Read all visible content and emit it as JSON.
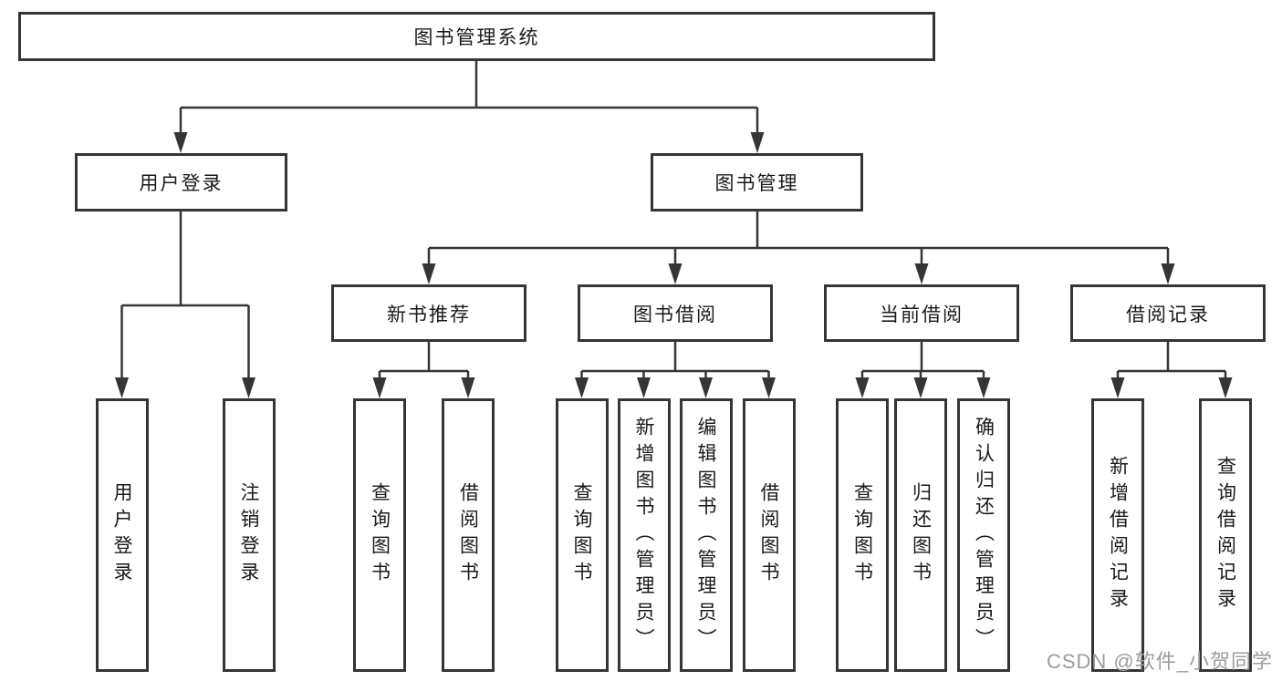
{
  "diagram": {
    "title": "图书管理系统",
    "level2": [
      "用户登录",
      "图书管理"
    ],
    "level3": [
      "新书推荐",
      "图书借阅",
      "当前借阅",
      "借阅记录"
    ],
    "leaves": {
      "user": [
        "用户登录",
        "注销登录"
      ],
      "new_book": [
        "查询图书",
        "借阅图书"
      ],
      "book_borrow": [
        "查询图书",
        "新增图书（管理员）",
        "编辑图书（管理员）",
        "借阅图书"
      ],
      "current_borrow": [
        "查询图书",
        "归还图书",
        "确认归还（管理员）"
      ],
      "borrow_record": [
        "新增借阅记录",
        "查询借阅记录"
      ]
    },
    "colors": {
      "line": "#353535",
      "text": "#1a1a1a",
      "watermark": "#9c9c9c",
      "background": "#ffffff"
    }
  },
  "watermark": {
    "text": "CSDN @软件_小贺同学"
  }
}
